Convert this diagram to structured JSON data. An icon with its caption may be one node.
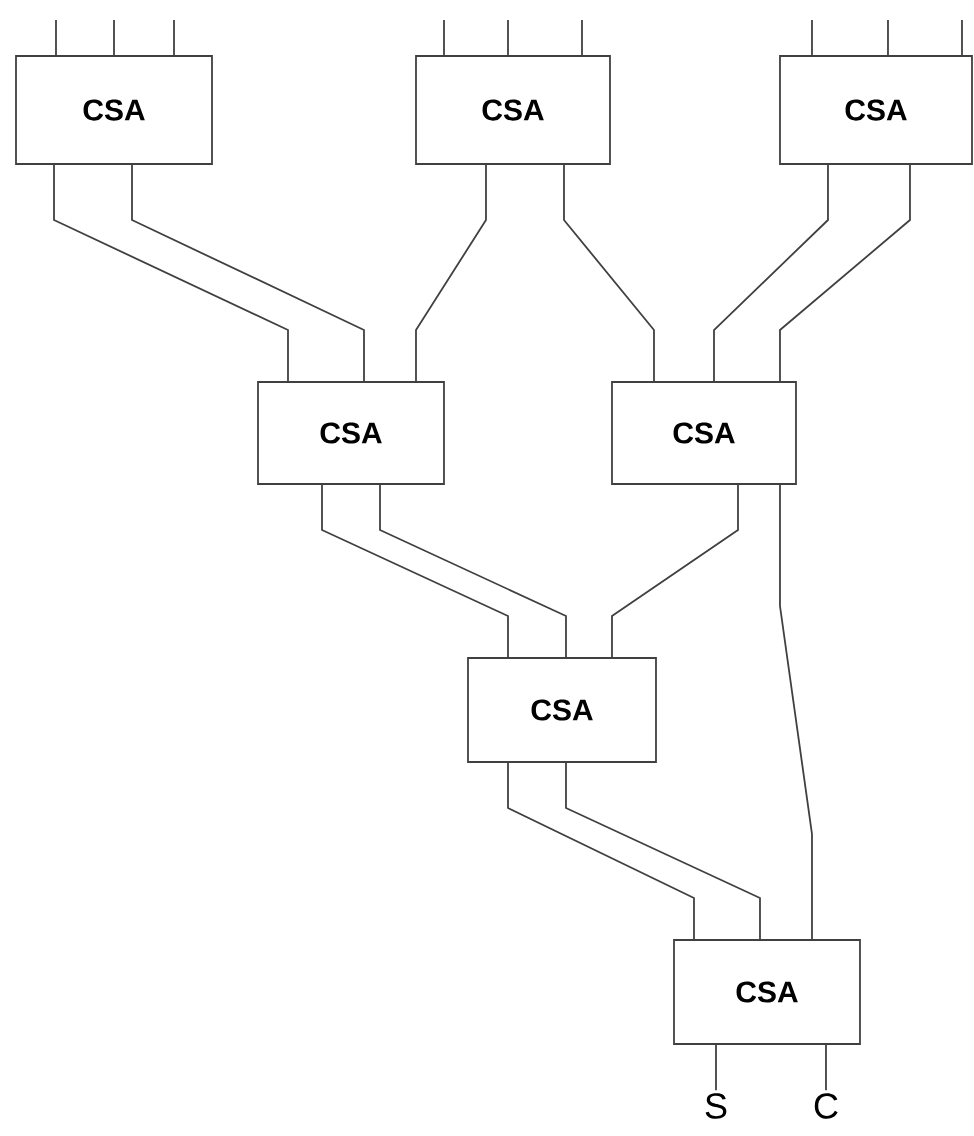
{
  "diagram": {
    "nodes": [
      {
        "text": [
          "CSA"
        ]
      },
      {
        "text": [
          "CSA"
        ]
      },
      {
        "text": [
          "CSA"
        ]
      },
      {
        "text": [
          "CSA"
        ]
      },
      {
        "text": [
          "CSA"
        ]
      },
      {
        "text": [
          "CSA"
        ]
      },
      {
        "text": [
          "CSA"
        ]
      },
      {
        "text": [
          "S"
        ]
      },
      {
        "text": [
          "C"
        ]
      }
    ],
    "edges": [
      {
        "from": null,
        "to": 0,
        "arrow": "none"
      },
      {
        "from": null,
        "to": 0,
        "arrow": "none"
      },
      {
        "from": null,
        "to": 0,
        "arrow": "none"
      },
      {
        "from": null,
        "to": 1,
        "arrow": "none"
      },
      {
        "from": null,
        "to": 1,
        "arrow": "none"
      },
      {
        "from": null,
        "to": 1,
        "arrow": "none"
      },
      {
        "from": null,
        "to": 2,
        "arrow": "none"
      },
      {
        "from": null,
        "to": 2,
        "arrow": "none"
      },
      {
        "from": null,
        "to": 2,
        "arrow": "none"
      },
      {
        "from": 0,
        "to": 3,
        "arrow": "none"
      },
      {
        "from": 0,
        "to": 3,
        "arrow": "none"
      },
      {
        "from": 1,
        "to": 3,
        "arrow": "none"
      },
      {
        "from": 1,
        "to": 4,
        "arrow": "none"
      },
      {
        "from": 2,
        "to": 4,
        "arrow": "none"
      },
      {
        "from": 2,
        "to": 4,
        "arrow": "none"
      },
      {
        "from": 3,
        "to": 5,
        "arrow": "none"
      },
      {
        "from": 3,
        "to": 5,
        "arrow": "none"
      },
      {
        "from": 4,
        "to": 5,
        "arrow": "none"
      },
      {
        "from": 4,
        "to": 6,
        "arrow": "none"
      },
      {
        "from": 5,
        "to": 6,
        "arrow": "none"
      },
      {
        "from": 5,
        "to": 6,
        "arrow": "none"
      },
      {
        "from": 6,
        "to": 7,
        "arrow": "none"
      },
      {
        "from": 6,
        "to": 8,
        "arrow": "none"
      }
    ]
  }
}
